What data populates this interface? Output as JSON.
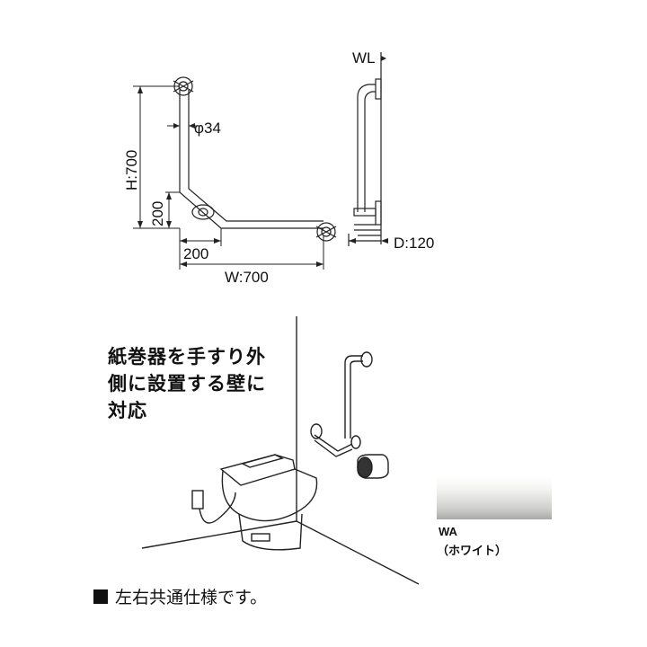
{
  "dimensions": {
    "diameter": "φ34",
    "height": "H:700",
    "lower_height": "200",
    "lower_width": "200",
    "width": "W:700",
    "wall_line": "WL",
    "depth": "D:120"
  },
  "caption": {
    "line1": "紙巻器を手すり外",
    "line2": "側に設置する壁に",
    "line3": "対応"
  },
  "color_option": {
    "code": "WA",
    "name": "（ホワイト）",
    "swatch_color": "#c8c8c6"
  },
  "note": {
    "text": "左右共通仕様です。"
  },
  "icons": [
    "filled-square-bullet-icon"
  ]
}
